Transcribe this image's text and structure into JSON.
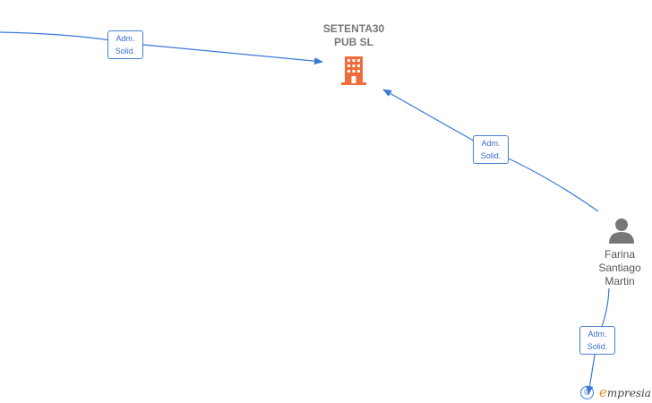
{
  "company": {
    "name_line1": "SETENTA30",
    "name_line2": "PUB  SL"
  },
  "person": {
    "name_line1": "Farina",
    "name_line2": "Santiago",
    "name_line3": "Martin"
  },
  "edges": [
    {
      "line1": "Adm.",
      "line2": "Solid."
    },
    {
      "line1": "Adm.",
      "line2": "Solid."
    },
    {
      "line1": "Adm.",
      "line2": "Solid."
    }
  ],
  "watermark": {
    "copyright": "©",
    "brand_initial": "e",
    "brand_rest": "mpresia"
  },
  "colors": {
    "edge": "#3b78d8",
    "company_icon": "#f26b3a",
    "person_icon": "#777777",
    "label_border": "#4a7fd1"
  }
}
